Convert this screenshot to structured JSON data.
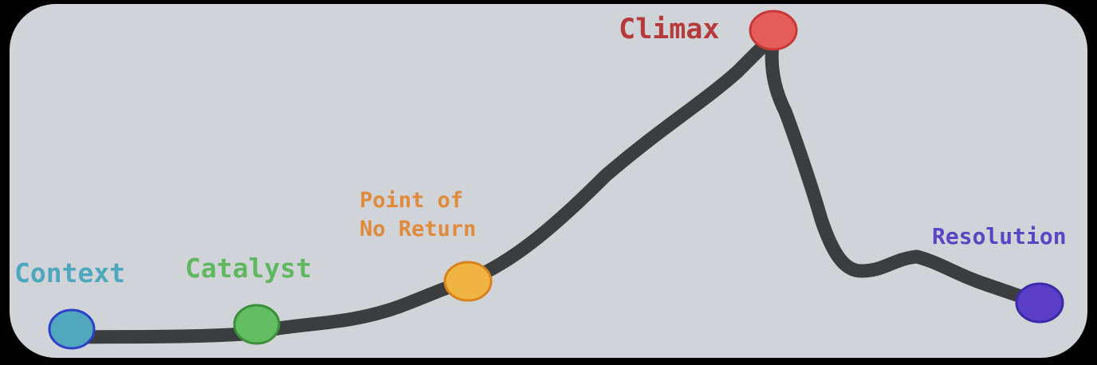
{
  "diagram": {
    "nodes": [
      {
        "id": "context",
        "label": "Context",
        "color": "#51a7bd",
        "stroke": "#2f3fc9"
      },
      {
        "id": "catalyst",
        "label": "Catalyst",
        "color": "#63bd62",
        "stroke": "#3a8f3a"
      },
      {
        "id": "point-of-no-return",
        "label": "Point of\nNo Return",
        "color": "#f0b443",
        "stroke": "#d9821c"
      },
      {
        "id": "climax",
        "label": "Climax",
        "color": "#e35d5b",
        "stroke": "#c93838"
      },
      {
        "id": "resolution",
        "label": "Resolution",
        "color": "#5a3ec8",
        "stroke": "#3d2aa8"
      }
    ],
    "path_color": "#3b3d3f",
    "background": "#d0d4d8"
  }
}
